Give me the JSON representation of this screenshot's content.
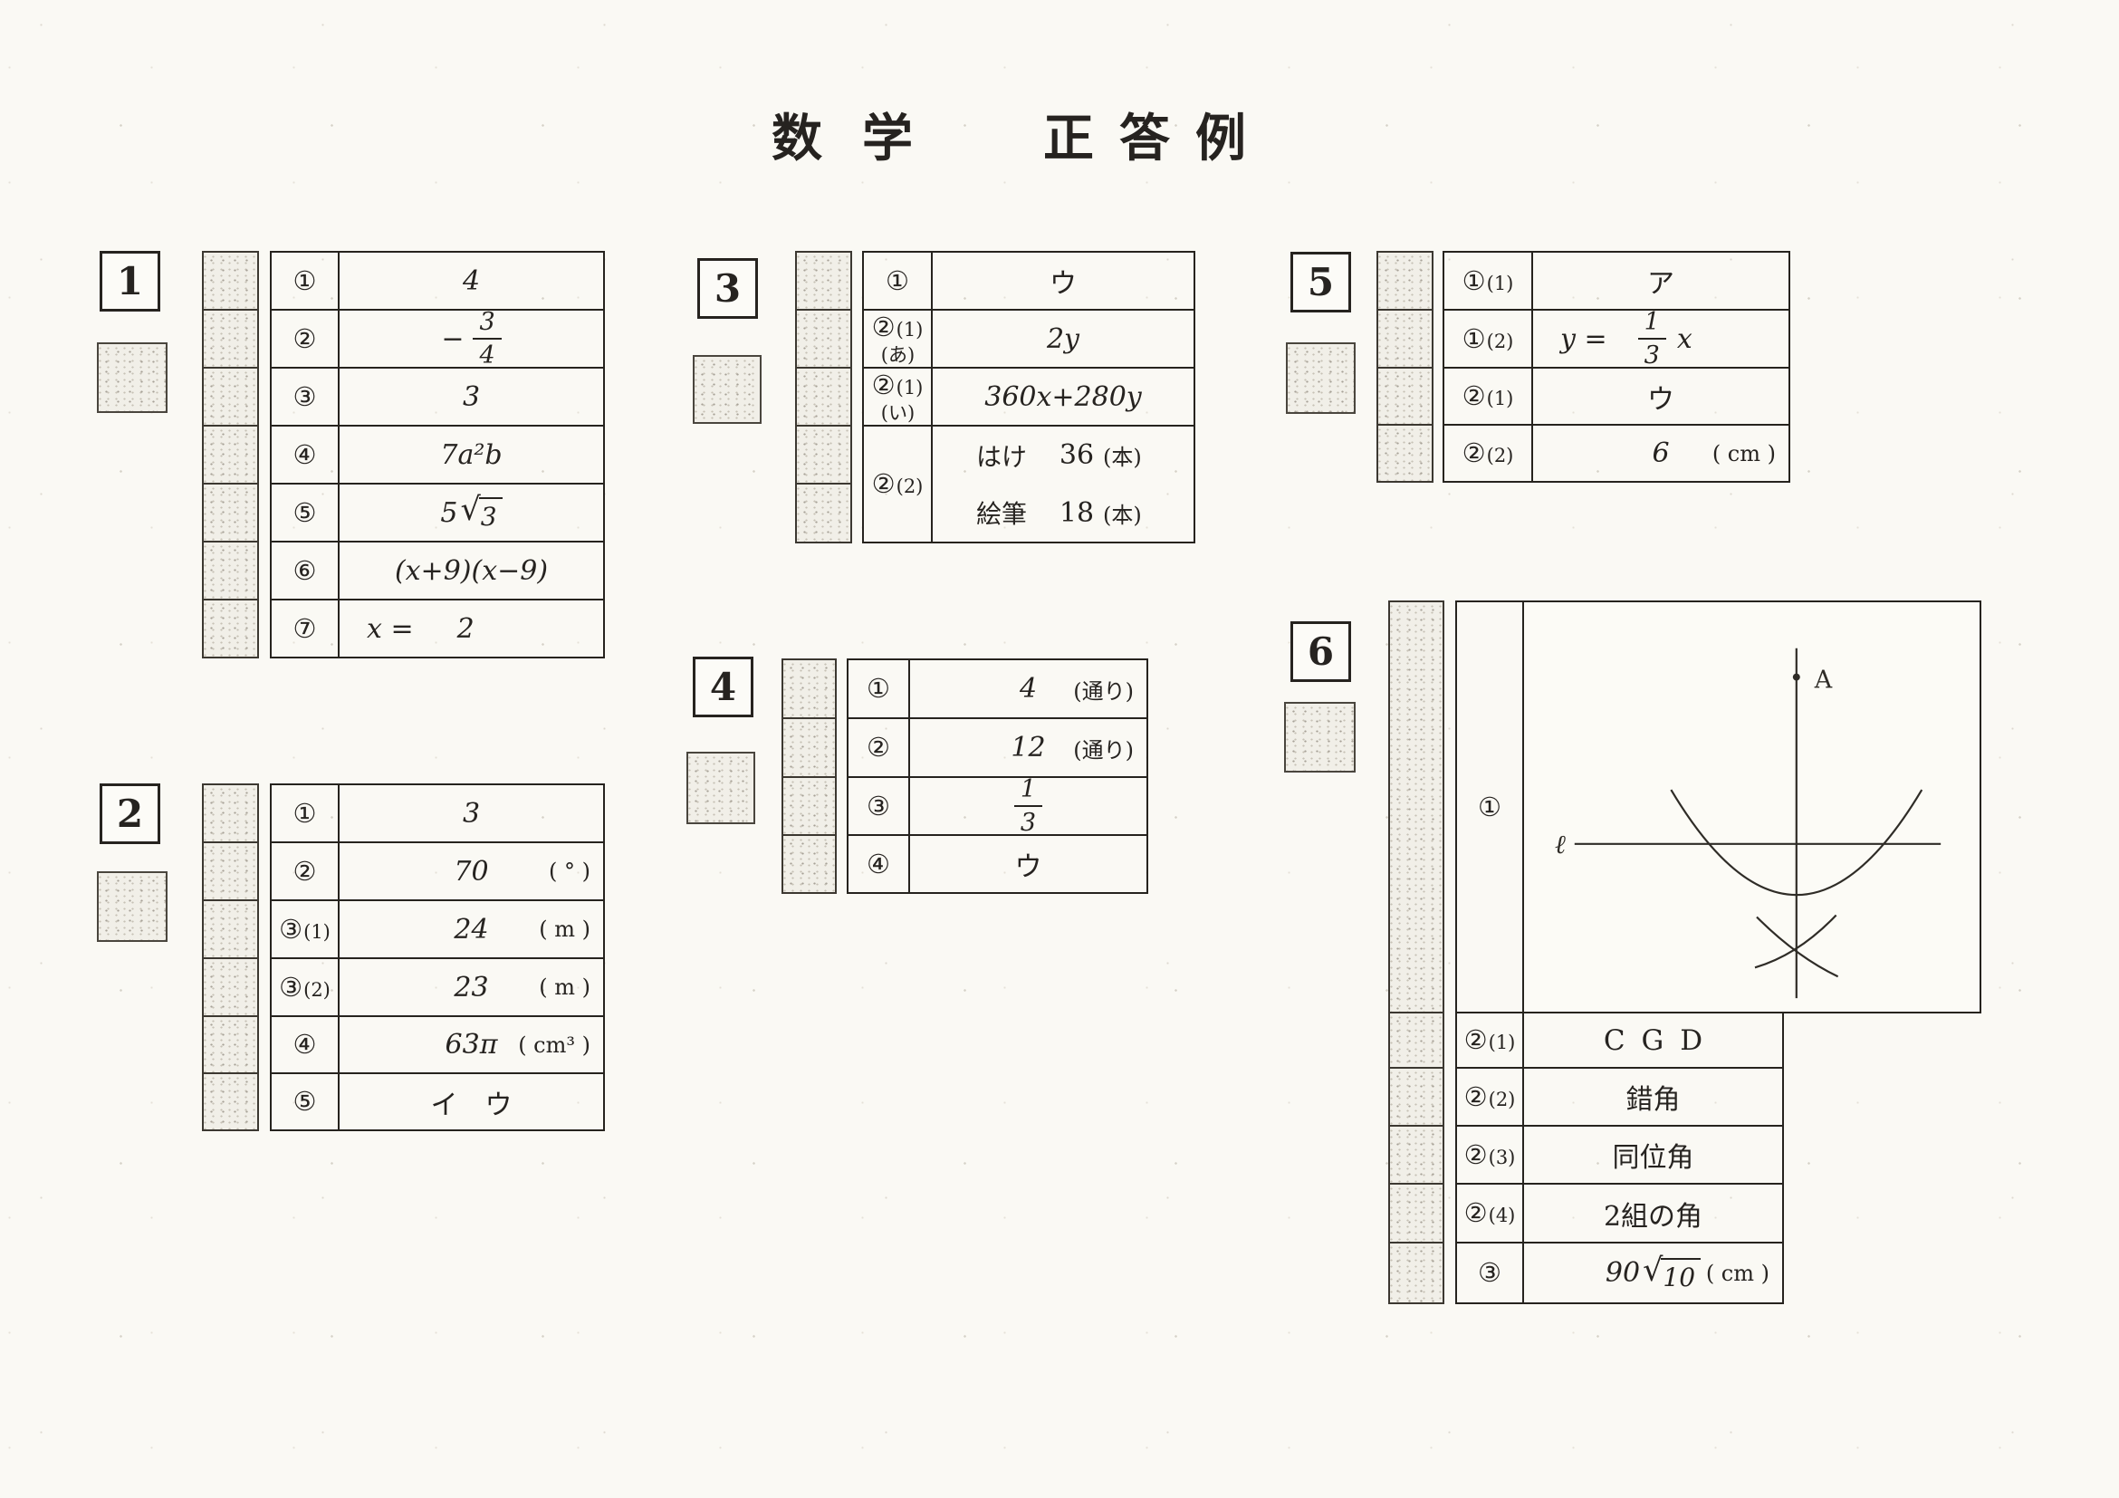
{
  "page": {
    "title_left": "数学",
    "title_right": "正答例"
  },
  "sections": [
    {
      "number": "1",
      "rows": [
        {
          "label": "①",
          "value": {
            "kind": "math",
            "text": "4"
          }
        },
        {
          "label": "②",
          "value": {
            "kind": "fraction",
            "sign": "−",
            "num": "3",
            "den": "4"
          }
        },
        {
          "label": "③",
          "value": {
            "kind": "math",
            "text": "3"
          }
        },
        {
          "label": "④",
          "value": {
            "kind": "math",
            "text": "7a²b"
          }
        },
        {
          "label": "⑤",
          "value": {
            "kind": "sqrt",
            "coef": "5",
            "radical": "√",
            "rad": "3"
          }
        },
        {
          "label": "⑥",
          "value": {
            "kind": "math",
            "text": "(x+9)(x−9)"
          }
        },
        {
          "label": "⑦",
          "value": {
            "kind": "eq",
            "lhs": "x =",
            "rhs": "2"
          }
        }
      ]
    },
    {
      "number": "2",
      "rows": [
        {
          "label": "①",
          "value": {
            "kind": "math",
            "text": "3"
          }
        },
        {
          "label": "②",
          "value": {
            "kind": "math",
            "text": "70"
          },
          "unit": "( ° )"
        },
        {
          "label": "③",
          "label_sub": "(1)",
          "value": {
            "kind": "math",
            "text": "24"
          },
          "unit": "( m )"
        },
        {
          "label": "③",
          "label_sub": "(2)",
          "value": {
            "kind": "math",
            "text": "23"
          },
          "unit": "( m )"
        },
        {
          "label": "④",
          "value": {
            "kind": "math",
            "text": "63π"
          },
          "unit": "( cm³ )"
        },
        {
          "label": "⑤",
          "value": {
            "kind": "text",
            "text": "イ　ウ"
          }
        }
      ]
    },
    {
      "number": "3",
      "rows": [
        {
          "label": "①",
          "value": {
            "kind": "text",
            "text": "ウ"
          }
        },
        {
          "label": "②",
          "label_sub": "(1)",
          "label_sub2": "(あ)",
          "value": {
            "kind": "math",
            "text": "2y"
          }
        },
        {
          "label": "②",
          "label_sub": "(1)",
          "label_sub2": "(い)",
          "value": {
            "kind": "math",
            "text": "360x+280y"
          }
        },
        {
          "label": "②",
          "label_sub": "(2)",
          "value": {
            "kind": "sublines",
            "lines": [
              {
                "name": "はけ",
                "num": "36",
                "unit": "(本)"
              },
              {
                "name": "絵筆",
                "num": "18",
                "unit": "(本)"
              }
            ]
          }
        }
      ]
    },
    {
      "number": "4",
      "rows": [
        {
          "label": "①",
          "value": {
            "kind": "math",
            "text": "4"
          },
          "unit": "(通り)"
        },
        {
          "label": "②",
          "value": {
            "kind": "math",
            "text": "12"
          },
          "unit": "(通り)"
        },
        {
          "label": "③",
          "value": {
            "kind": "fraction",
            "sign": "",
            "num": "1",
            "den": "3"
          }
        },
        {
          "label": "④",
          "value": {
            "kind": "text",
            "text": "ウ"
          }
        }
      ]
    },
    {
      "number": "5",
      "rows": [
        {
          "label": "①",
          "label_sub": "(1)",
          "value": {
            "kind": "text",
            "text": "ア"
          }
        },
        {
          "label": "①",
          "label_sub": "(2)",
          "value": {
            "kind": "eqfrac",
            "pre": "y =",
            "num": "1",
            "den": "3",
            "post": "x"
          }
        },
        {
          "label": "②",
          "label_sub": "(1)",
          "value": {
            "kind": "text",
            "text": "ウ"
          }
        },
        {
          "label": "②",
          "label_sub": "(2)",
          "value": {
            "kind": "math",
            "text": "6"
          },
          "unit": "( cm )"
        }
      ]
    },
    {
      "number": "6",
      "rows": [
        {
          "label": "①",
          "value": {
            "kind": "figure",
            "point_label": "A",
            "line_label": "ℓ"
          }
        },
        {
          "label": "②",
          "label_sub": "(1)",
          "value": {
            "kind": "text",
            "text": "CGD",
            "spaced": true
          }
        },
        {
          "label": "②",
          "label_sub": "(2)",
          "value": {
            "kind": "text",
            "text": "錯角"
          }
        },
        {
          "label": "②",
          "label_sub": "(3)",
          "value": {
            "kind": "text",
            "text": "同位角"
          }
        },
        {
          "label": "②",
          "label_sub": "(4)",
          "value": {
            "kind": "text",
            "text": "2組の角"
          }
        },
        {
          "label": "③",
          "value": {
            "kind": "sqrt",
            "coef": "90",
            "radical": "√",
            "rad": "10"
          },
          "unit": "( cm )"
        }
      ]
    }
  ]
}
